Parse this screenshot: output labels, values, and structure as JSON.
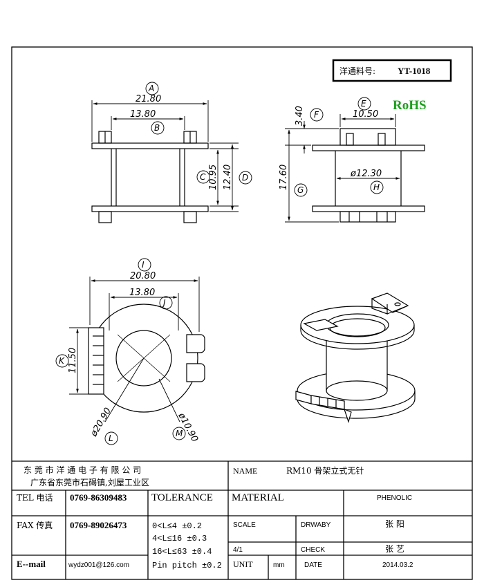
{
  "part_box": {
    "label": "洋通料号:",
    "number": "YT-1018"
  },
  "rohs": "RoHS",
  "accent_color": "#1aa01a",
  "dims": {
    "A": "A",
    "B": "B",
    "C": "C",
    "D": "D",
    "E": "E",
    "F": "F",
    "G": "G",
    "H": "H",
    "I": "I",
    "J": "J",
    "K": "K",
    "L": "L",
    "M": "M",
    "a_val": "21.80",
    "b_val": "13.80",
    "c_val": "10.95",
    "d_val": "12.40",
    "e_val": "10.50",
    "f_val": "3.40",
    "g_val": "17.60",
    "h_val": "ø12.30",
    "i_val": "20.80",
    "j_val": "13.80",
    "k_val": "11.50",
    "l_val": "ø20.90",
    "m_val": "ø10.90"
  },
  "title_block": {
    "company": "东 莞 市 洋 通 电 子 有 限 公 司",
    "address": "广东省东莞市石碣镇,刘屋工业区",
    "name_label": "NAME",
    "name_value": "RM10 骨架立式无针",
    "tel_label": "TEL 电话",
    "tel_value": "0769-86309483",
    "fax_label": "FAX 传真",
    "fax_value": "0769-89026473",
    "email_label": "E--mail",
    "email_value": "wydz001@126.com",
    "tolerance_label": "TOLERANCE",
    "tol_1": "0<L≤4   ±0.2",
    "tol_2": "4<L≤16  ±0.3",
    "tol_3": "16<L≤63 ±0.4",
    "tol_4": "Pin pitch ±0.2",
    "material_label": "MATERIAL",
    "material_value": "PHENOLIC",
    "scale_label": "SCALE",
    "scale_value": "4/1",
    "drawby_label": "DRWABY",
    "drawby_value": "张  阳",
    "check_label": "CHECK",
    "check_value": "张  艺",
    "unit_label": "UNIT",
    "unit_value": "mm",
    "date_label": "DATE",
    "date_value": "2014.03.2"
  }
}
